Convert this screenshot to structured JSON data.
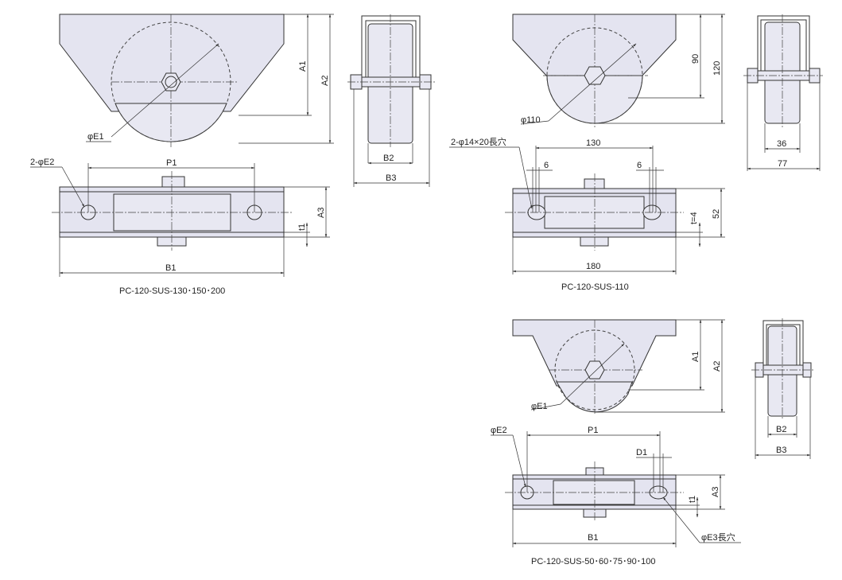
{
  "drawings": [
    {
      "caption": "PC-120-SUS-130･150･200",
      "labels": {
        "a1": "A1",
        "a2": "A2",
        "e1": "φE1",
        "b2": "B2",
        "b3": "B3",
        "e2": "2-φE2",
        "p1": "P1",
        "a3": "A3",
        "t1": "t1",
        "b1": "B1"
      }
    },
    {
      "caption": "PC-120-SUS-110",
      "labels": {
        "a1": "90",
        "a2": "120",
        "e1": "φ110",
        "b2": "36",
        "b3": "77",
        "e2": "2-φ14×20長穴",
        "p1": "130",
        "s1": "6",
        "s2": "6",
        "a3": "52",
        "t1": "t=4",
        "b1": "180"
      }
    },
    {
      "caption": "PC-120-SUS-50･60･75･90･100",
      "labels": {
        "a1": "A1",
        "a2": "A2",
        "e1": "φE1",
        "b2": "B2",
        "b3": "B3",
        "e2": "φE2",
        "p1": "P1",
        "d1": "D1",
        "a3": "A3",
        "t1": "t1",
        "b1": "B1",
        "e3": "φE3長穴"
      }
    }
  ]
}
